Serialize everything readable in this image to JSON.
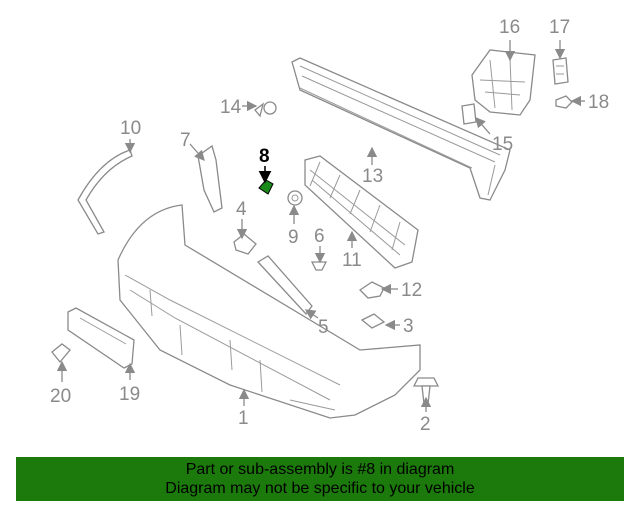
{
  "diagram": {
    "callouts": [
      "1",
      "2",
      "3",
      "4",
      "5",
      "6",
      "7",
      "8",
      "9",
      "10",
      "11",
      "12",
      "13",
      "14",
      "15",
      "16",
      "17",
      "18",
      "19",
      "20"
    ],
    "highlighted_part": "8",
    "colors": {
      "highlight_part": "#1a8a1a",
      "lines": "#8a8a8a",
      "banner": "#1b7a0b"
    }
  },
  "banner": {
    "line1": "Part or sub-assembly is #8 in diagram",
    "line2": "Diagram may not be specific to your vehicle"
  }
}
